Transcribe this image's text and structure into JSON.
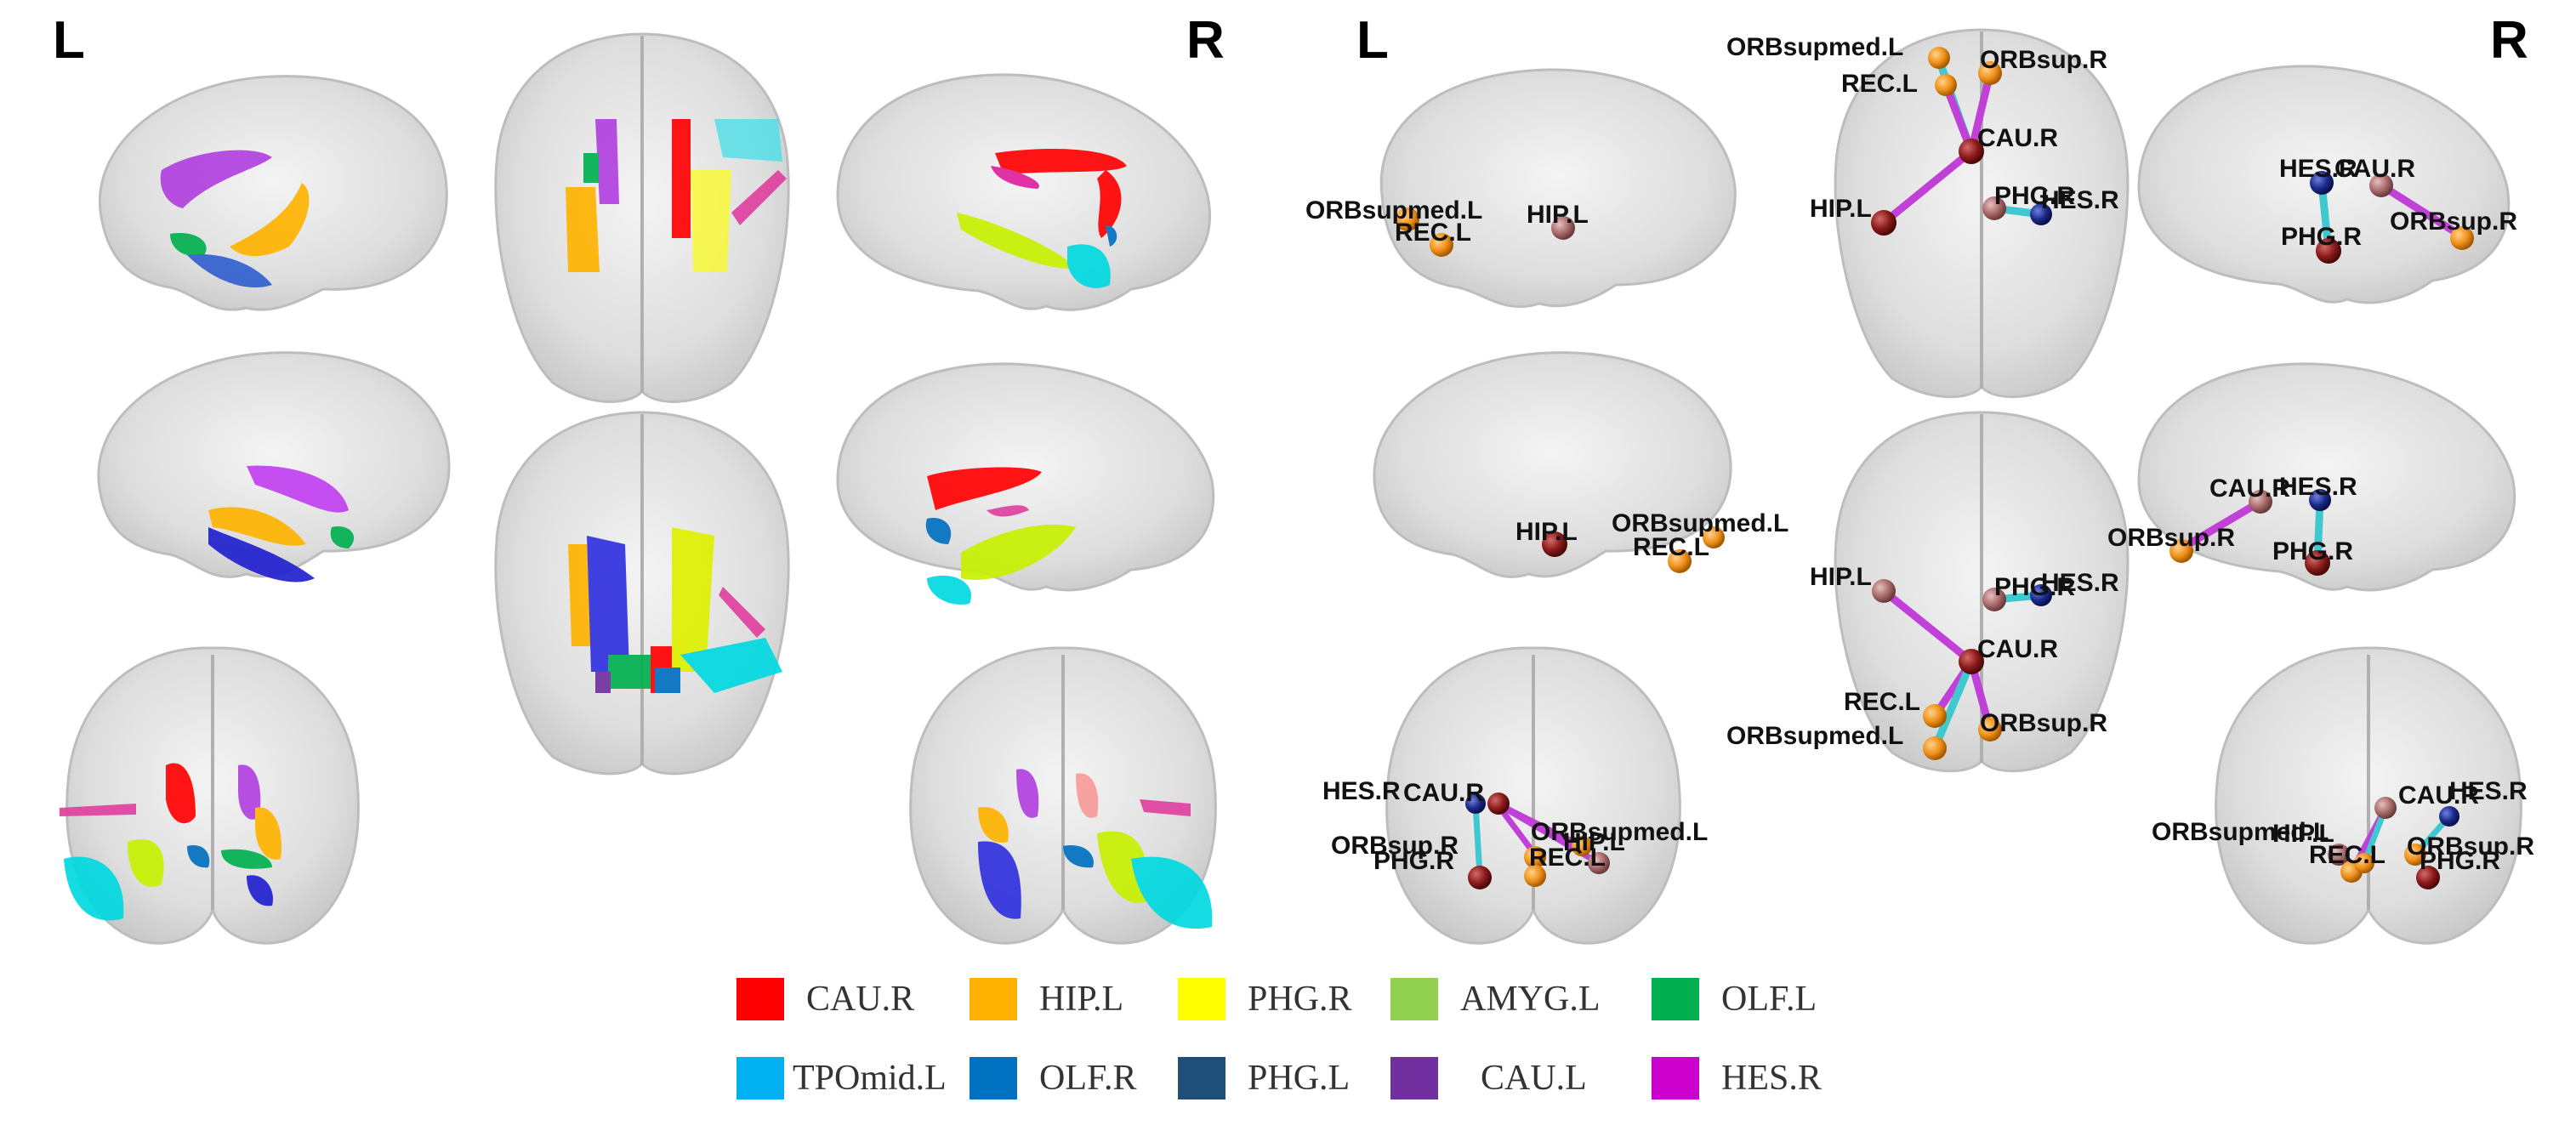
{
  "hemisphere_labels": {
    "left": "L",
    "right": "R"
  },
  "regions": [
    {
      "name": "CAU.R",
      "color": "#ff0000"
    },
    {
      "name": "HIP.L",
      "color": "#ffb300"
    },
    {
      "name": "PHG.R",
      "color": "#ffff00"
    },
    {
      "name": "AMYG.L",
      "color": "#92d050"
    },
    {
      "name": "OLF.L",
      "color": "#00b050"
    },
    {
      "name": "TPOmid.L",
      "color": "#00b0f0"
    },
    {
      "name": "OLF.R",
      "color": "#0070c0"
    },
    {
      "name": "PHG.L",
      "color": "#1f4e79"
    },
    {
      "name": "CAU.L",
      "color": "#7030a0"
    },
    {
      "name": "HES.R",
      "color": "#cc00cc"
    }
  ],
  "node_labels": {
    "sagittal_left": [
      "ORBsupmed.L",
      "REC.L",
      "HIP.L"
    ],
    "axial_top": [
      "ORBsupmed.L",
      "ORBsup.R",
      "REC.L",
      "CAU.R",
      "HIP.L",
      "PHG.R",
      "HES.R"
    ],
    "sagittal_right": [
      "HES.R",
      "CAU.R",
      "ORBsup.R",
      "PHG.R"
    ],
    "sagittal_left_medial": [
      "HIP.L",
      "ORBsupmed.L",
      "REC.L"
    ],
    "axial_bottom": [
      "HIP.L",
      "PHG.R",
      "HES.R",
      "CAU.R",
      "REC.L",
      "ORBsupmed.L",
      "ORBsup.R"
    ],
    "sagittal_right_medial": [
      "CAU.R",
      "HES.R",
      "ORBsup.R",
      "PHG.R"
    ],
    "coronal_left": [
      "HES.R",
      "CAU.R",
      "ORBsupmed.L",
      "ORBsup.R",
      "HIP.L",
      "PHG.R",
      "REC.L"
    ],
    "coronal_right": [
      "ORBsupmed.L",
      "HIP.L",
      "CAU.R",
      "HES.R",
      "REC.L",
      "ORBsup.R",
      "PHG.R"
    ]
  },
  "node_colors": {
    "orange": "#f0901a",
    "dark_red": "#8b1a1a",
    "mauve": "#a86a6a",
    "navy": "#1a2a8a"
  },
  "edge_colors": {
    "cyan": "#40c8d0",
    "magenta": "#c040d8"
  }
}
